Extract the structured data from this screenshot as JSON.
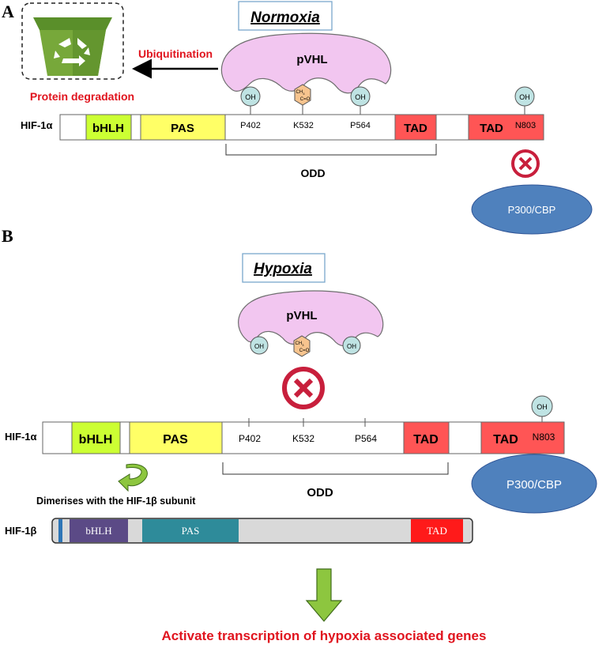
{
  "panel_a": {
    "label": "A",
    "condition": "Normoxia",
    "ubiquitination": "Ubiquitination",
    "degradation": "Protein degradation",
    "pvhl": "pVHL",
    "oh": "OH",
    "methyl": "CH",
    "methyl_sub": "3",
    "carbonyl": "C=O",
    "protein_name": "HIF-1α",
    "domains": {
      "bhlh": "bHLH",
      "pas": "PAS",
      "tad1": "TAD",
      "tad2": "TAD"
    },
    "sites": [
      "P402",
      "K532",
      "P564"
    ],
    "n803": "N803",
    "odd": "ODD",
    "coactivator": "P300/CBP"
  },
  "panel_b": {
    "label": "B",
    "condition": "Hypoxia",
    "pvhl": "pVHL",
    "oh": "OH",
    "methyl": "CH",
    "methyl_sub": "3",
    "carbonyl": "C=O",
    "protein_name": "HIF-1α",
    "domains": {
      "bhlh": "bHLH",
      "pas": "PAS",
      "tad1": "TAD",
      "tad2": "TAD"
    },
    "sites": [
      "P402",
      "K532",
      "P564"
    ],
    "n803": "N803",
    "odd": "ODD",
    "coactivator": "P300/CBP",
    "dimerise": "Dimerises with the HIF-1β subunit",
    "beta_name": "HIF-1β",
    "beta_domains": {
      "bhlh": "bHLH",
      "pas": "PAS",
      "tad": "TAD"
    },
    "result": "Activate transcription of hypoxia associated genes"
  },
  "colors": {
    "bhlh": "#ccff33",
    "pas": "#ffff66",
    "tad": "#ff5555",
    "pvhl": "#f2c6f0",
    "oh_circle": "#bfe3e3",
    "hexagon": "#f7c48e",
    "p300": "#4f81bd",
    "red_text": "#e0141e",
    "inhibit": "#c81f3c",
    "bin": "#77a83a",
    "beta_bhlh": "#5b4a86",
    "beta_pas": "#2e8b9a",
    "beta_tad": "#ff1a1a",
    "arrow_green": "#8dc63f"
  },
  "icons": [
    "recycle-bin-icon",
    "inhibition-x-icon",
    "curved-arrow-icon",
    "down-arrow-icon"
  ]
}
